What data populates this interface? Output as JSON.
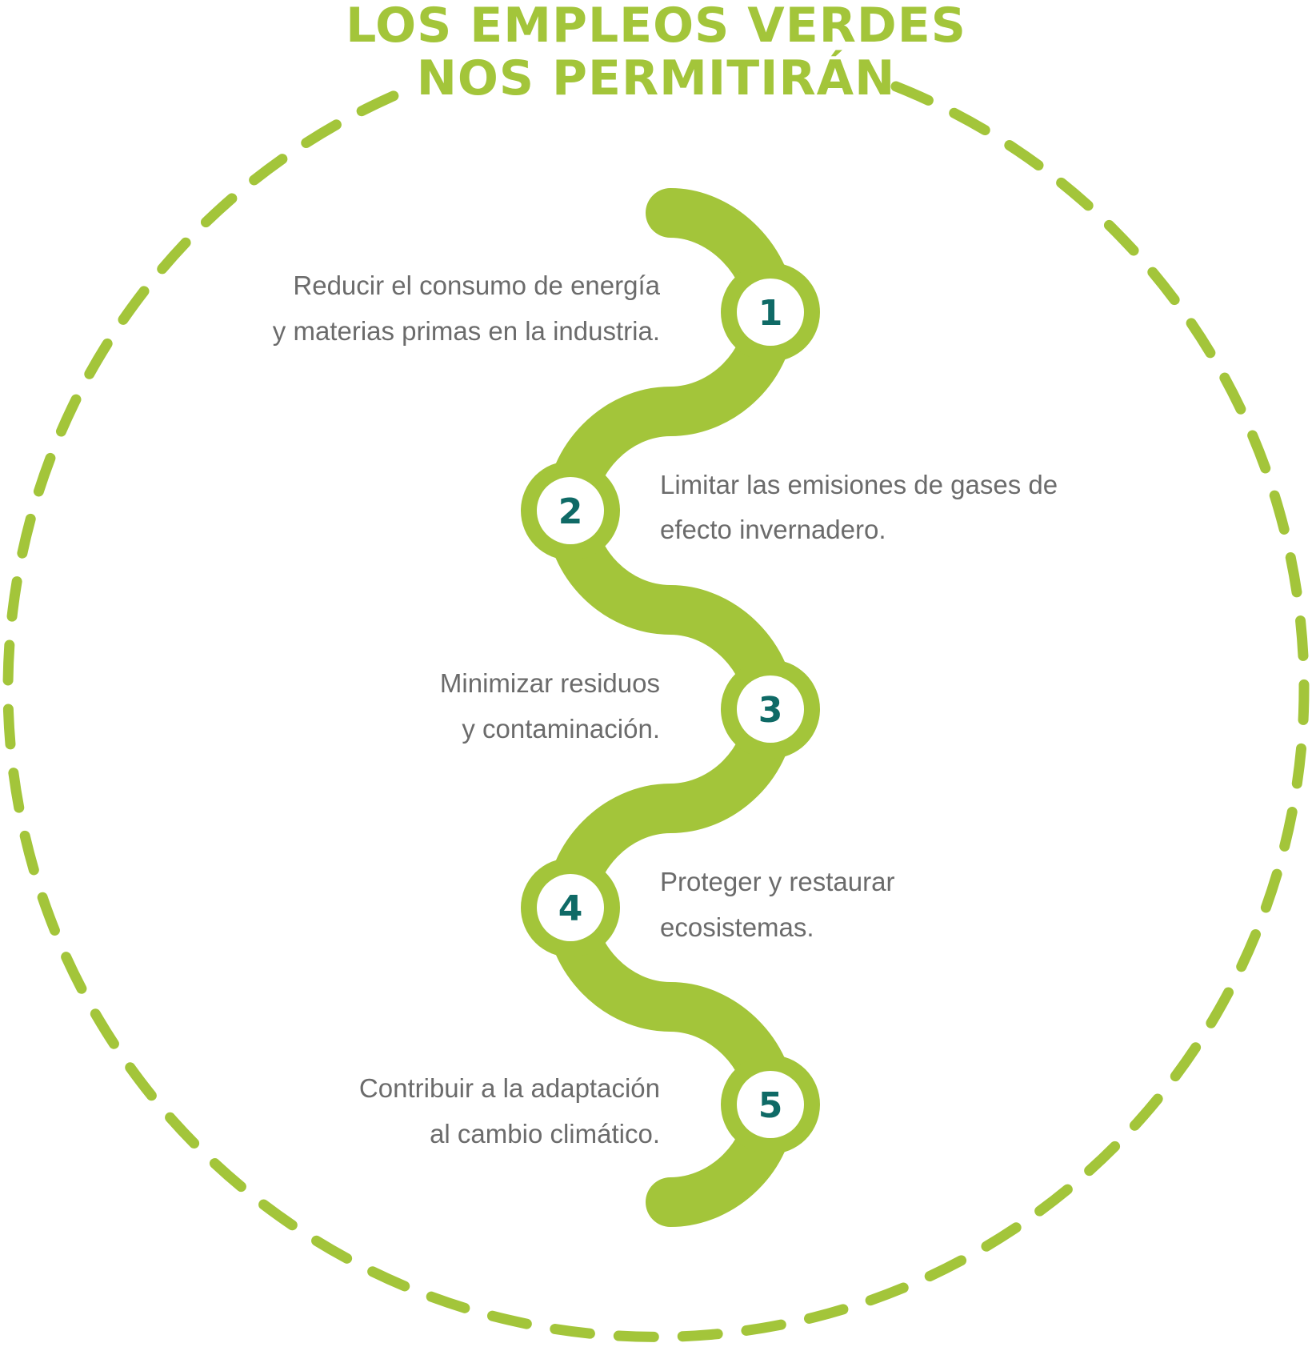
{
  "title": {
    "line1": "LOS EMPLEOS VERDES",
    "line2": "NOS PERMITIRÁN"
  },
  "colors": {
    "green": "#a3c53a",
    "teal": "#0f6a66",
    "text": "#6b6b6b",
    "white": "#ffffff"
  },
  "steps": [
    {
      "number": "1",
      "lines": [
        "Reducir el consumo de energía",
        "y materias primas en la industria."
      ]
    },
    {
      "number": "2",
      "lines": [
        "Limitar las emisiones de gases de",
        "efecto invernadero."
      ]
    },
    {
      "number": "3",
      "lines": [
        "Minimizar residuos",
        "y contaminación."
      ]
    },
    {
      "number": "4",
      "lines": [
        "Proteger y restaurar",
        "ecosistemas."
      ]
    },
    {
      "number": "5",
      "lines": [
        "Contribuir a la adaptación",
        "al cambio climático."
      ]
    }
  ]
}
